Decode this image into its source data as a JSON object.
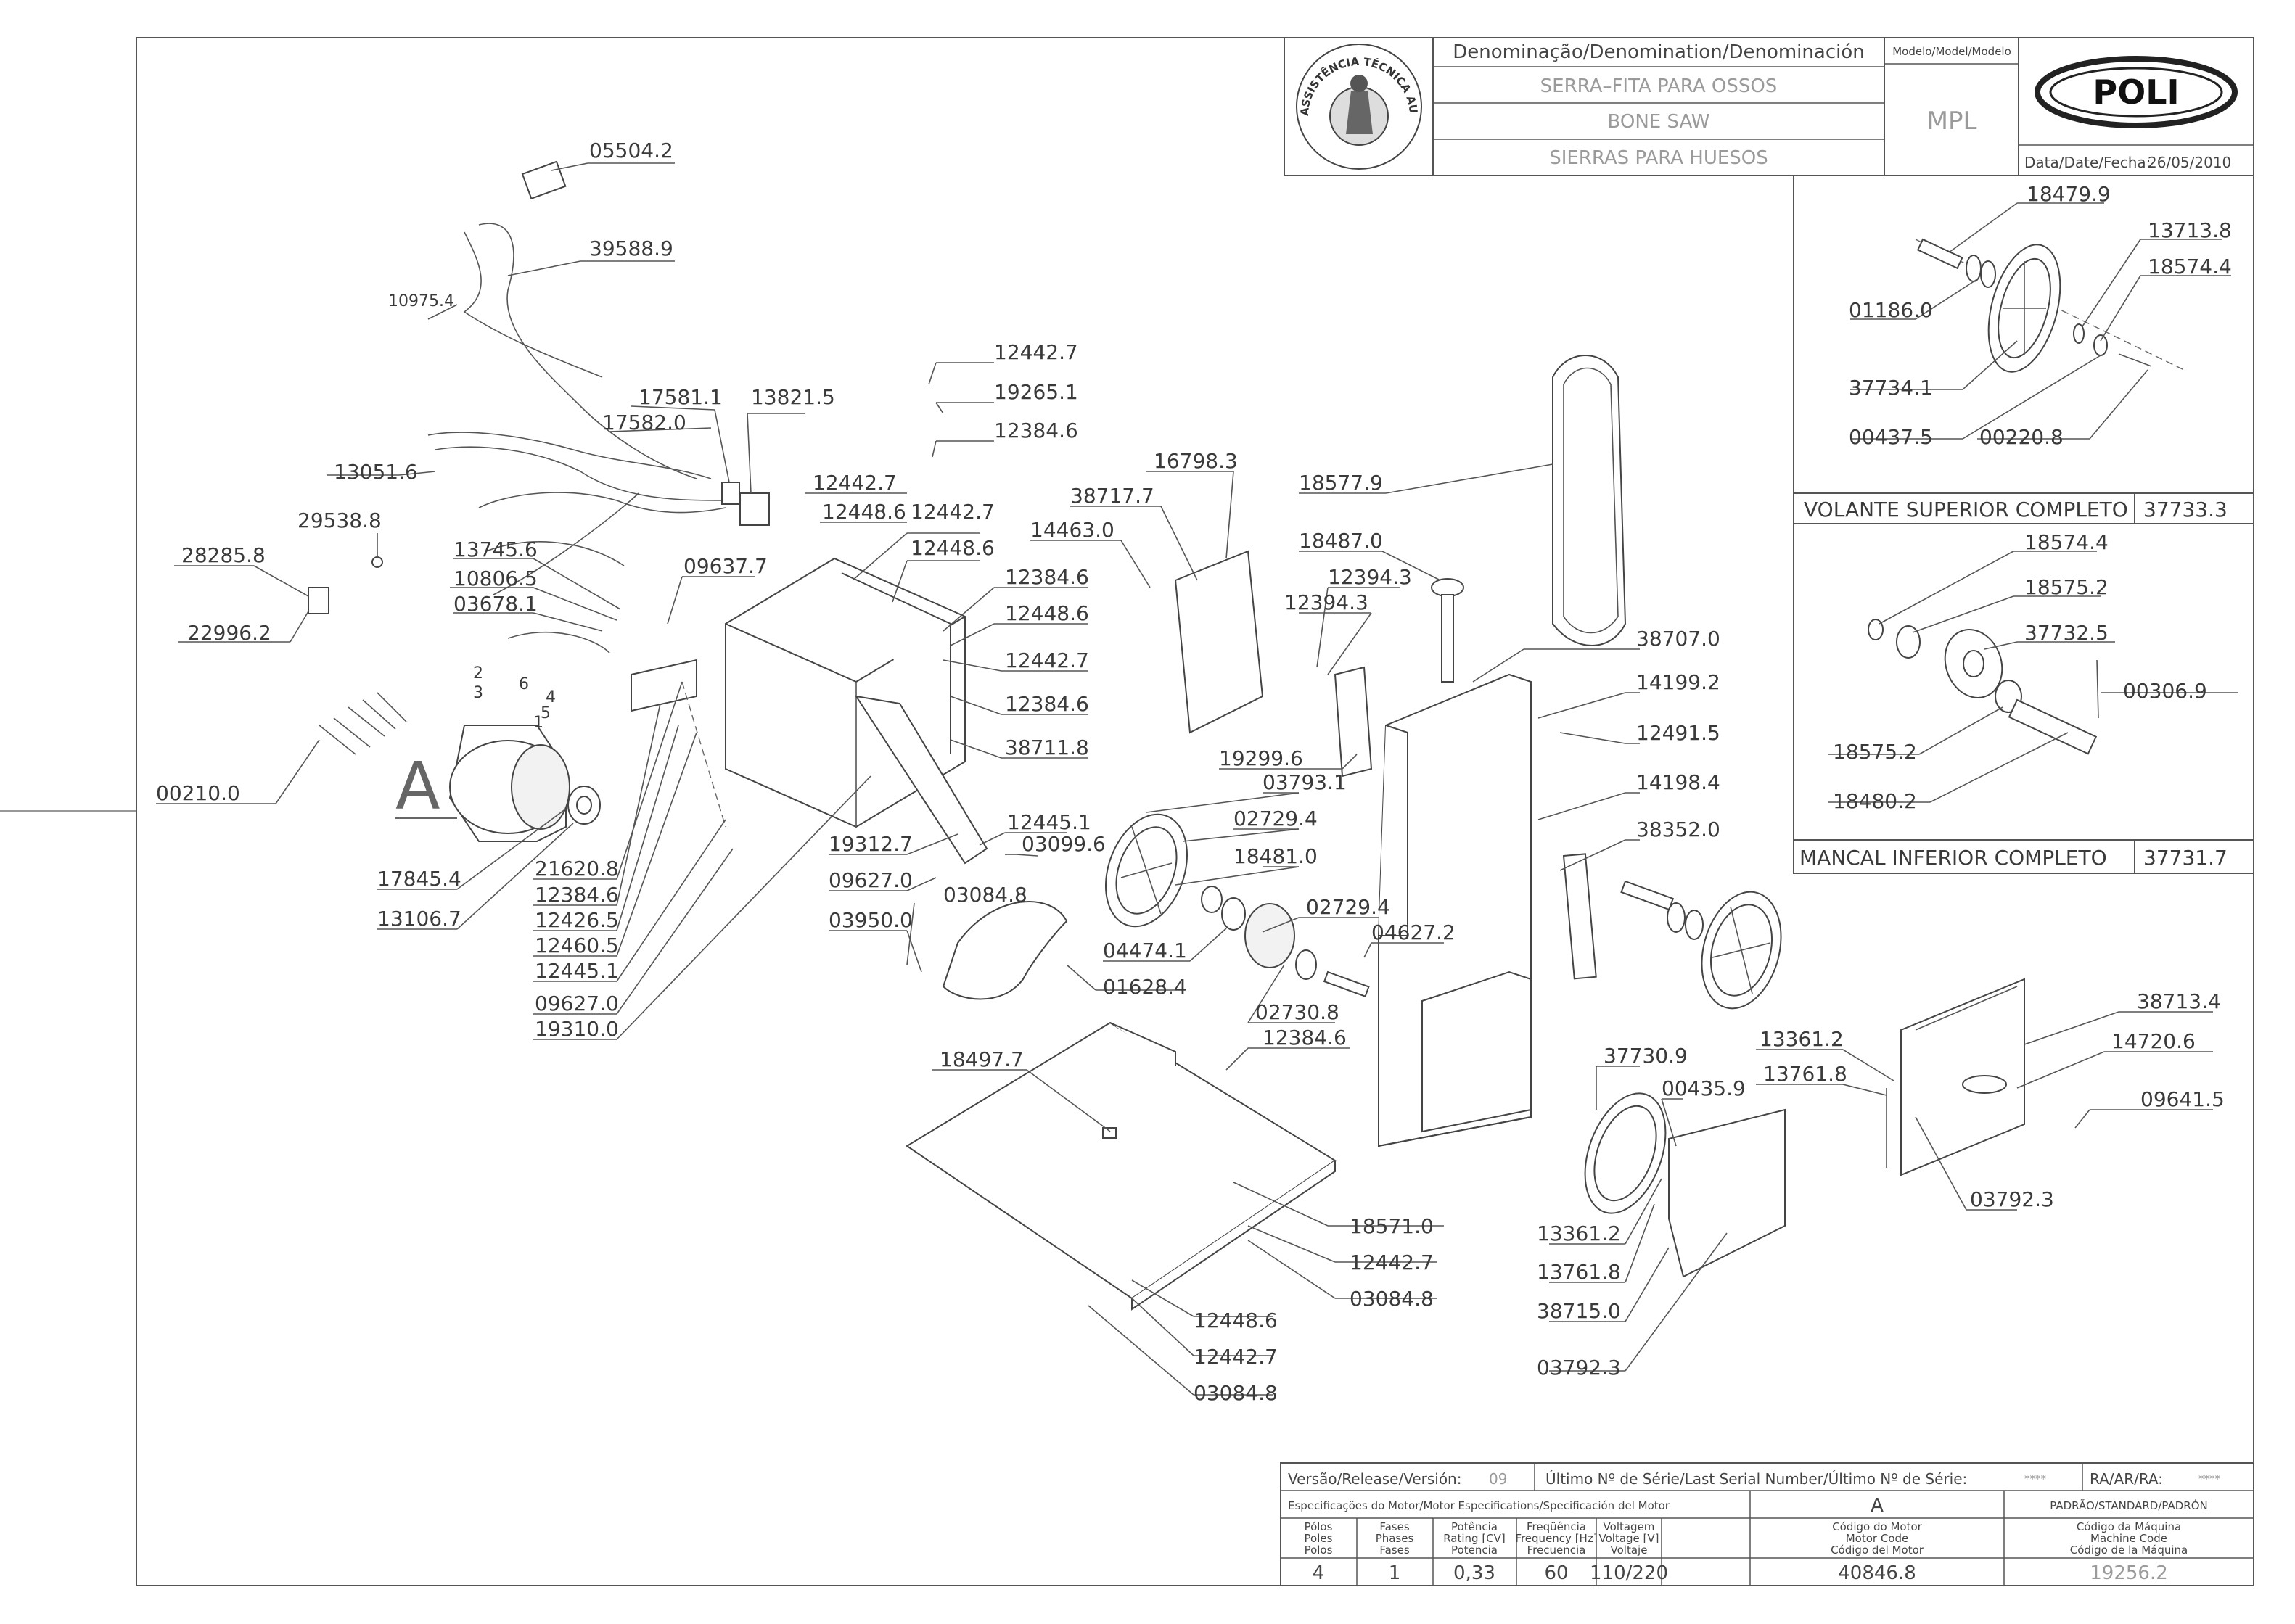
{
  "title_block": {
    "denomination_header": "Denominação/Denomination/Denominación",
    "name_pt": "SERRA–FITA PARA OSSOS",
    "name_en": "BONE SAW",
    "name_es": "SIERRAS PARA HUESOS",
    "model_header": "Modelo/Model/Modelo",
    "model": "MPL",
    "brand": "POLI",
    "date_label": "Data/Date/Fecha:",
    "date": "26/05/2010",
    "seal_text": "ASSISTÊNCIA TÉCNICA AUTORIZADA"
  },
  "inset_upper": {
    "title": "VOLANTE SUPERIOR COMPLETO",
    "code": "37733.3",
    "labels": [
      "18479.9",
      "13713.8",
      "18574.4",
      "01186.0",
      "37734.1",
      "00437.5",
      "00220.8"
    ]
  },
  "inset_lower": {
    "title": "MANCAL INFERIOR COMPLETO",
    "code": "37731.7",
    "labels": [
      "18574.4",
      "18575.2",
      "37732.5",
      "00306.9",
      "18575.2",
      "18480.2"
    ]
  },
  "main_labels": {
    "l_05504": "05504.2",
    "l_39588": "39588.9",
    "l_10975": "10975.4",
    "l_13051": "13051.6",
    "l_17581": "17581.1",
    "l_13821": "13821.5",
    "l_17582": "17582.0",
    "l_29538": "29538.8",
    "l_28285": "28285.8",
    "l_22996": "22996.2",
    "l_13745": "13745.6",
    "l_10806": "10806.5",
    "l_03678": "03678.1",
    "l_09637": "09637.7",
    "l_00210": "00210.0",
    "l_17845": "17845.4",
    "l_13106": "13106.7",
    "l_21620": "21620.8",
    "l_12384a": "12384.6",
    "l_12426": "12426.5",
    "l_12460": "12460.5",
    "l_12445a": "12445.1",
    "l_09627a": "09627.0",
    "l_19310": "19310.0",
    "l_12442a": "12442.7",
    "l_19265": "19265.1",
    "l_12384b": "12384.6",
    "l_12442b": "12442.7",
    "l_12448a": "12448.6",
    "l_12442c": "12442.7",
    "l_12448b": "12448.6",
    "l_12384c": "12384.6",
    "l_12448c": "12448.6",
    "l_12442d": "12442.7",
    "l_12384d": "12384.6",
    "l_38711": "38711.8",
    "l_19312": "19312.7",
    "l_12445b": "12445.1",
    "l_03099": "03099.6",
    "l_09627b": "09627.0",
    "l_03084a": "03084.8",
    "l_03950": "03950.0",
    "l_01628": "01628.4",
    "l_16798": "16798.3",
    "l_38717": "38717.7",
    "l_14463": "14463.0",
    "l_18577": "18577.9",
    "l_18487": "18487.0",
    "l_12394a": "12394.3",
    "l_12394b": "12394.3",
    "l_38707": "38707.0",
    "l_14199": "14199.2",
    "l_12491": "12491.5",
    "l_19299": "19299.6",
    "l_03793": "03793.1",
    "l_02729a": "02729.4",
    "l_18481": "18481.0",
    "l_14198": "14198.4",
    "l_38352": "38352.0",
    "l_02729b": "02729.4",
    "l_04627": "04627.2",
    "l_04474": "04474.1",
    "l_02730": "02730.8",
    "l_12384e": "12384.6",
    "l_18497": "18497.7",
    "l_37730": "37730.9",
    "l_00435": "00435.9",
    "l_13361a": "13361.2",
    "l_13761a": "13761.8",
    "l_38713": "38713.4",
    "l_14720": "14720.6",
    "l_09641": "09641.5",
    "l_03792a": "03792.3",
    "l_18571": "18571.0",
    "l_12442e": "12442.7",
    "l_03084b": "03084.8",
    "l_12448d": "12448.6",
    "l_12442f": "12442.7",
    "l_03084c": "03084.8",
    "l_13361b": "13361.2",
    "l_13761b": "13761.8",
    "l_38715": "38715.0",
    "l_03792b": "03792.3",
    "callout_A": "A",
    "wire_1": "1",
    "wire_2": "2",
    "wire_3": "3",
    "wire_4": "4",
    "wire_5": "5",
    "wire_6": "6"
  },
  "bottom_block": {
    "release_label": "Versão/Release/Versión:",
    "release": "09",
    "serial_label": "Último Nº de Série/Last Serial Number/Último Nº de Série:",
    "serial": "****",
    "ra_label": "RA/AR/RA:",
    "ra": "****",
    "motor_spec_label": "Especificações do Motor/Motor Especifications/Specificación del Motor",
    "motor_variant": "A",
    "standard_label": "PADRÃO/STANDARD/PADRÓN",
    "headers": {
      "poles": [
        "Pólos",
        "Poles",
        "Polos"
      ],
      "phases": [
        "Fases",
        "Phases",
        "Fases"
      ],
      "power": [
        "Potência",
        "Rating [CV]",
        "Potencia"
      ],
      "freq": [
        "Freqüência",
        "Frequency [Hz]",
        "Frecuencia"
      ],
      "voltage": [
        "Voltagem",
        "Voltage [V]",
        "Voltaje"
      ],
      "motor_code": [
        "Código do Motor",
        "Motor Code",
        "Código del Motor"
      ],
      "machine_code": [
        "Código da Máquina",
        "Machine Code",
        "Código de la Máquina"
      ]
    },
    "values": {
      "poles": "4",
      "phases": "1",
      "power": "0,33",
      "freq": "60",
      "voltage": "110/220",
      "motor_code": "40846.8",
      "machine_code": "19256.2"
    }
  }
}
